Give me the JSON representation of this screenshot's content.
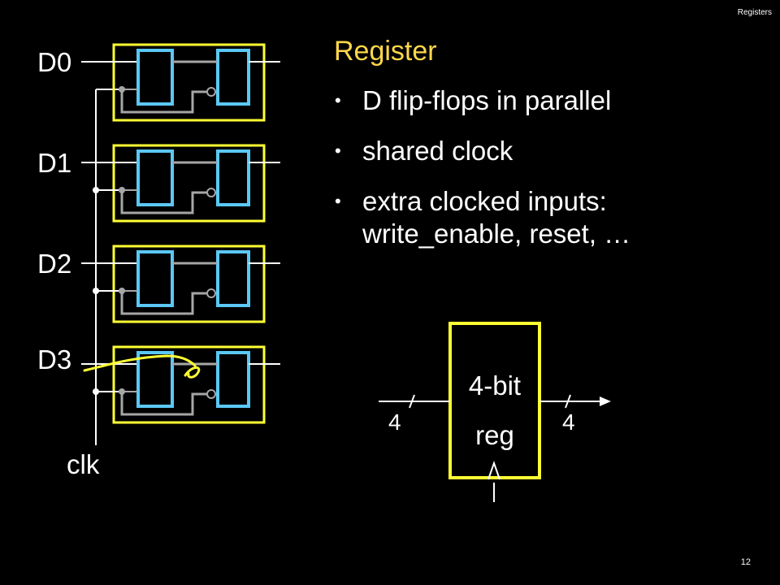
{
  "header": {
    "section": "Registers"
  },
  "page_number": "12",
  "slide": {
    "title": "Register",
    "bullets": [
      {
        "line1": "D flip-flops in parallel",
        "line2": ""
      },
      {
        "line1": "shared clock",
        "line2": ""
      },
      {
        "line1": "extra clocked inputs:",
        "line2": "write_enable, reset, …"
      }
    ]
  },
  "circuit": {
    "inputs": [
      "D0",
      "D1",
      "D2",
      "D3"
    ],
    "clock_label": "clk"
  },
  "register_block": {
    "line1": "4-bit",
    "line2": "reg",
    "input_width": "4",
    "output_width": "4"
  },
  "colors": {
    "title": "#ffd84a",
    "flipflop_box": "#ffff33",
    "latch": "#5bc8f5",
    "wire": "#a6a6a6",
    "annotation": "#ffff33"
  }
}
